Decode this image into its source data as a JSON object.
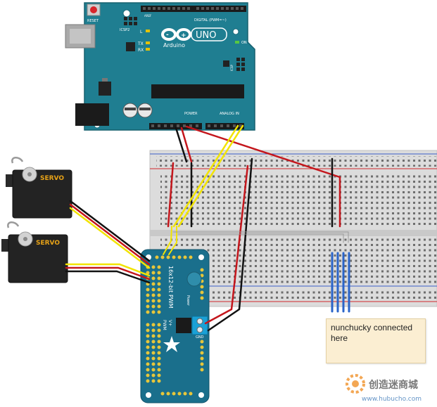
{
  "arduino": {
    "reset": "RESET",
    "icsp2": "ICSP2",
    "l": "L",
    "tx": "TX",
    "rx": "RX",
    "brand": "Arduino",
    "uno": "UNO",
    "on": "ON",
    "icsp": "ICSP",
    "digital": "DIGITAL (PWM=~)",
    "aref": "AREF",
    "power": "POWER",
    "analog": "ANALOG IN"
  },
  "servos": [
    {
      "label": "SERVO"
    },
    {
      "label": "SERVO"
    }
  ],
  "pwm_board": {
    "title": "16x12-bit PWM",
    "pwm": "PWM",
    "vplus": "V+",
    "gnd": "GND",
    "power": "Power"
  },
  "note": {
    "text": "nunchucky connected here"
  },
  "watermark": {
    "line1": "创造迷商城",
    "line2": "www.hubucho.com"
  },
  "colors": {
    "arduino_board": "#1f7e91",
    "pwm_board": "#1a6f8c",
    "breadboard": "#dcdcdc",
    "wire_red": "#c4161c",
    "wire_black": "#111111",
    "wire_yellow": "#f2e400",
    "wire_blue": "#2a64c9",
    "note_bg": "#fbeed2",
    "servo_label": "#e8a317"
  }
}
